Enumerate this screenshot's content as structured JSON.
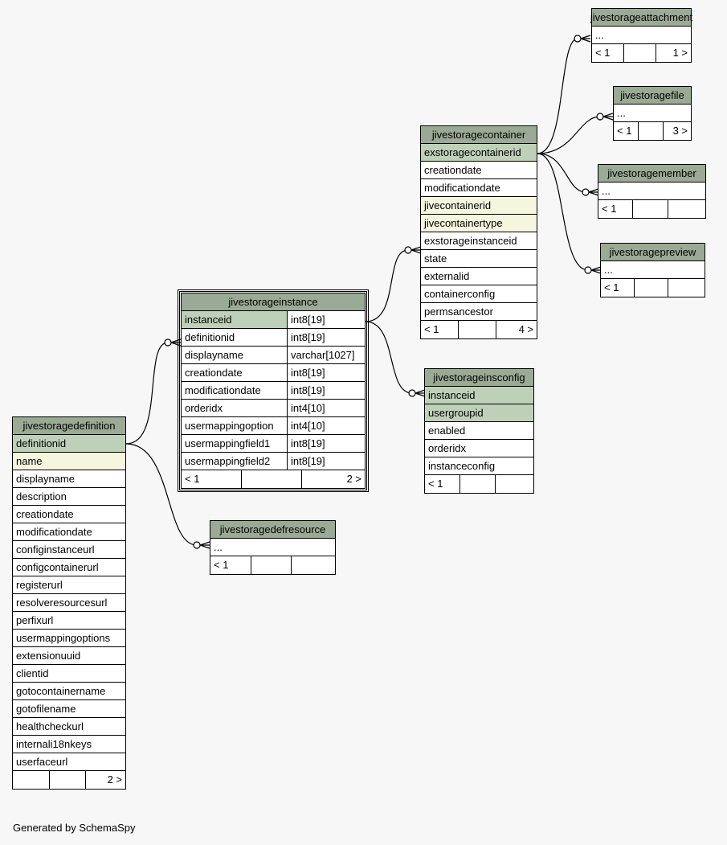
{
  "footer": "Generated by SchemaSpy",
  "tables": {
    "jivestorageattachment": {
      "name": "jivestorageattachment",
      "cols": [
        "..."
      ],
      "foot": [
        "< 1",
        "",
        "1 >"
      ]
    },
    "jivestoragefile": {
      "name": "jivestoragefile",
      "cols": [
        "..."
      ],
      "foot": [
        "< 1",
        "",
        "3 >"
      ]
    },
    "jivestoragemember": {
      "name": "jivestoragemember",
      "cols": [
        "..."
      ],
      "foot": [
        "< 1",
        "",
        ""
      ]
    },
    "jivestoragepreview": {
      "name": "jivestoragepreview",
      "cols": [
        "..."
      ],
      "foot": [
        "< 1",
        "",
        ""
      ]
    },
    "jivestoragecontainer": {
      "name": "jivestoragecontainer",
      "cols": [
        "exstoragecontainerid",
        "creationdate",
        "modificationdate",
        "jivecontainerid",
        "jivecontainertype",
        "exstorageinstanceid",
        "state",
        "externalid",
        "containerconfig",
        "permsancestor"
      ],
      "foot": [
        "< 1",
        "",
        "4 >"
      ]
    },
    "jivestorageinsconfig": {
      "name": "jivestorageinsconfig",
      "cols": [
        "instanceid",
        "usergroupid",
        "enabled",
        "orderidx",
        "instanceconfig"
      ],
      "foot": [
        "< 1",
        "",
        ""
      ]
    },
    "jivestorageinstance": {
      "name": "jivestorageinstance",
      "cols": [
        "instanceid",
        "definitionid",
        "displayname",
        "creationdate",
        "modificationdate",
        "orderidx",
        "usermappingoption",
        "usermappingfield1",
        "usermappingfield2"
      ],
      "types": [
        "int8[19]",
        "int8[19]",
        "varchar[1027]",
        "int8[19]",
        "int8[19]",
        "int4[10]",
        "int4[10]",
        "int8[19]",
        "int8[19]"
      ],
      "foot": [
        "< 1",
        "",
        "2 >"
      ]
    },
    "jivestoragedefresource": {
      "name": "jivestoragedefresource",
      "cols": [
        "..."
      ],
      "foot": [
        "< 1",
        "",
        ""
      ]
    },
    "jivestoragedefinition": {
      "name": "jivestoragedefinition",
      "cols": [
        "definitionid",
        "name",
        "displayname",
        "description",
        "creationdate",
        "modificationdate",
        "configinstanceurl",
        "configcontainerurl",
        "registerurl",
        "resolveresourcesurl",
        "perfixurl",
        "usermappingoptions",
        "extensionuuid",
        "clientid",
        "gotocontainername",
        "gotofilename",
        "healthcheckurl",
        "internali18nkeys",
        "userfaceurl"
      ],
      "foot": [
        "",
        "",
        "2 >"
      ]
    }
  }
}
